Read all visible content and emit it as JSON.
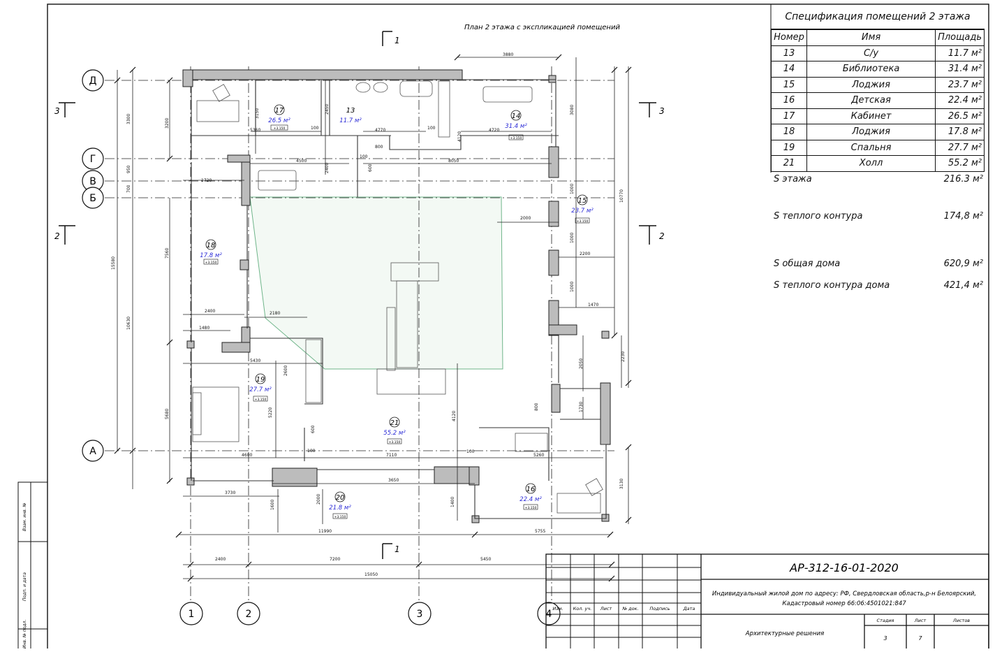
{
  "title": "План 2 этажа с экспликацией помещений",
  "spec": {
    "title": "Спецификация помещений 2 этажа",
    "headers": [
      "Номер",
      "Имя",
      "Площадь"
    ],
    "rows": [
      {
        "num": "13",
        "name": "С/у",
        "area": "11.7 м²"
      },
      {
        "num": "14",
        "name": "Библиотека",
        "area": "31.4 м²"
      },
      {
        "num": "15",
        "name": "Лоджия",
        "area": "23.7 м²"
      },
      {
        "num": "16",
        "name": "Детская",
        "area": "22.4 м²"
      },
      {
        "num": "17",
        "name": "Кабинет",
        "area": "26.5 м²"
      },
      {
        "num": "18",
        "name": "Лоджия",
        "area": "17.8 м²"
      },
      {
        "num": "19",
        "name": "Спальня",
        "area": "27.7 м²"
      },
      {
        "num": "21",
        "name": "Холл",
        "area": "55.2 м²"
      }
    ]
  },
  "totals": {
    "floor_label": "S этажа",
    "floor_value": "216.3 м²",
    "warm_label": "S теплого контура",
    "warm_value": "174,8 м²",
    "total_label": "S общая дома",
    "total_value": "620,9 м²",
    "warm_house_label": "S теплого контура дома",
    "warm_house_value": "421,4 м²"
  },
  "axes": {
    "rows": [
      "Д",
      "Г",
      "В",
      "Б",
      "А"
    ],
    "cols": [
      "1",
      "2",
      "3",
      "4"
    ]
  },
  "sections": {
    "s1": "1",
    "s2": "2",
    "s3": "3"
  },
  "rooms": [
    {
      "num": "17",
      "area": "26.5 м²",
      "level": "+3.150"
    },
    {
      "num": "13",
      "area": "11.7 м²",
      "level": ""
    },
    {
      "num": "14",
      "area": "31.4 м²",
      "level": "+3.150"
    },
    {
      "num": "15",
      "area": "23.7 м²",
      "level": "+3.150"
    },
    {
      "num": "18",
      "area": "17.8 м²",
      "level": "+3.150"
    },
    {
      "num": "19",
      "area": "27.7 м²",
      "level": "+3.150"
    },
    {
      "num": "21",
      "area": "55.2 м²",
      "level": "+3.150"
    },
    {
      "num": "20",
      "area": "21.8 м²",
      "level": "+3.150"
    },
    {
      "num": "16",
      "area": "22.4 м²",
      "level": "+3.150"
    }
  ],
  "dims": {
    "top_3880": "3880",
    "d5360": "5360",
    "d4770": "4770",
    "d4720": "4720",
    "d4500": "4500",
    "d8050": "8050",
    "d1720": "1720",
    "d2000": "2000",
    "d2200": "2200",
    "d1470": "1470",
    "d2400": "2400",
    "d1480": "1480",
    "d2180": "2180",
    "d5430": "5430",
    "d4600": "4600",
    "d7110": "7110",
    "d5260": "5260",
    "d3650": "3650",
    "d3730": "3730",
    "d11990": "11990",
    "d5755": "5755",
    "b2400": "2400",
    "b7200": "7200",
    "b5450": "5450",
    "b15050": "15050",
    "v3300": "3300",
    "v3200": "3200",
    "v950": "950",
    "v700": "700",
    "v7560": "7560",
    "v15580": "15580",
    "v10630": "10630",
    "v5680": "5680",
    "v5220": "5220",
    "v3150": "3150",
    "v2450": "2450",
    "v2400": "2400",
    "v4120": "4120",
    "v3080": "3080",
    "v10770": "10770",
    "v1000": "1000",
    "v2050": "2050",
    "v2230": "2230",
    "v1730": "1730",
    "v3130": "3130",
    "v2000": "2000",
    "v1400": "1400",
    "v1600": "1600",
    "v2600": "2600",
    "d800": "800",
    "d100": "100",
    "d600": "600"
  },
  "stamp": {
    "code": "АР-312-16-01-2020",
    "desc1": "Индивидуальный жилой дом по адресу: РФ, Свердловская область,р-н Белоярский,",
    "desc2": "Кадастровый номер 66:06:4501021:847",
    "cols": [
      "Изм.",
      "Кол. уч.",
      "Лист",
      "№ док.",
      "Подпись",
      "Дата"
    ],
    "stage_h": "Стадия",
    "sheet_h": "Лист",
    "sheets_h": "Листов",
    "section": "Архитектурные решения",
    "stage": "3",
    "sheet": "7"
  },
  "side_labels": {
    "a": "Взам. инв. №",
    "b": "Подп. и дата",
    "c": "Инв. № подл."
  }
}
